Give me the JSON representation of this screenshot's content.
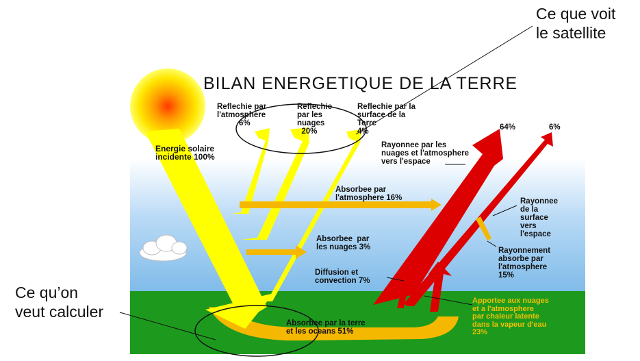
{
  "title": "BILAN ENERGETIQUE DE LA TERRE",
  "callouts": {
    "satellite": "Ce que voit\nle satellite",
    "calculate": "Ce qu’on\nveut calculer"
  },
  "labels": {
    "incident": "Energie solaire\nincidente 100%",
    "refl_atmos": "Reflechie par\nl'atmosphere\n          6%",
    "refl_clouds": "Reflechie\npar les\nnuages\n  20%",
    "refl_surface": "Reflechie par la\nsurface de la\nTerre\n4%",
    "abs_atmos": "Absorbee par\nl'atmosphere 16%",
    "abs_clouds": "Absorbee  par\nles nuages 3%",
    "diffusion": "Diffusion et\nconvection 7%",
    "abs_ground": "Absorbee par la terre\net les oceans 51%",
    "rad_clouds": "Rayonnee par les\nnuages et l'atmosphere\nvers l'espace",
    "pct_64": "64%",
    "pct_6": "6%",
    "rad_surface": "Rayonnee\nde la\nsurface\nvers\nl'espace",
    "rad_absorbed": "Rayonnement\nabsorbe par\nl'atmosphere\n15%",
    "latent": "Apportee aux nuages\net a l'atmosphere\npar chaleur latente\ndans la vapeur d'eau\n23%"
  },
  "colors": {
    "sun_yellow": "#ffff00",
    "ground_orange": "#f5b800",
    "earth_red": "#dd0000",
    "sky_blue": "#8fc4ee",
    "grass_green": "#1d9a1d"
  }
}
